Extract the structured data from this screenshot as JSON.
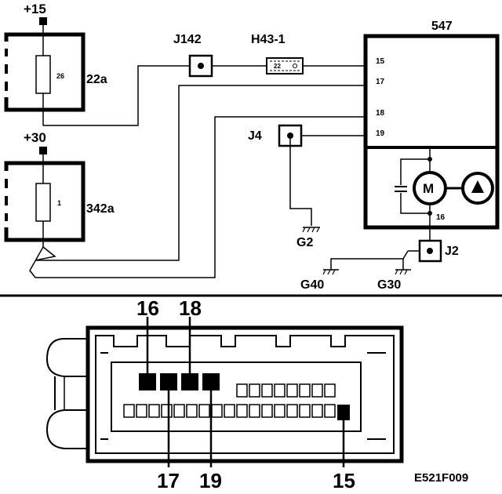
{
  "supply": {
    "plus15": "+15",
    "plus30": "+30"
  },
  "fuses": [
    {
      "id": "22a",
      "number": "26"
    },
    {
      "id": "342a",
      "number": "1"
    }
  ],
  "connectors": {
    "j142": "J142",
    "j4": "J4",
    "j2": "J2"
  },
  "fuse_holder": {
    "label": "H43-1",
    "number": "22"
  },
  "unit": {
    "id": "547",
    "motor": "M",
    "pins": [
      "15",
      "17",
      "18",
      "19",
      "16"
    ]
  },
  "grounds": {
    "g2": "G2",
    "g40": "G40",
    "g30": "G30"
  },
  "plug": {
    "top_labels": [
      "16",
      "18"
    ],
    "bottom_labels": [
      "17",
      "19",
      "15"
    ]
  },
  "figure_code": "E521F009"
}
